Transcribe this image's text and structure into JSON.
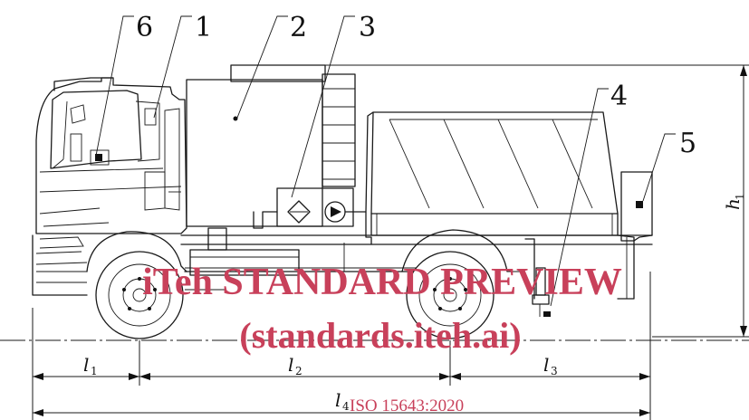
{
  "callouts": [
    "6",
    "1",
    "2",
    "3",
    "4",
    "5"
  ],
  "dimensions": {
    "l1": {
      "base": "l",
      "sub": "1"
    },
    "l2": {
      "base": "l",
      "sub": "2"
    },
    "l3": {
      "base": "l",
      "sub": "3"
    },
    "l4": {
      "base": "l",
      "sub": "4"
    },
    "h1": {
      "base": "h",
      "sub": "1"
    }
  },
  "watermark": {
    "line1": "iTeh STANDARD PREVIEW",
    "line2": "(standards.iteh.ai)",
    "line3": "ISO 15643:2020"
  },
  "colors": {
    "ink": "#1a1a1a",
    "watermark": "#c8405a",
    "background": "#ffffff"
  }
}
